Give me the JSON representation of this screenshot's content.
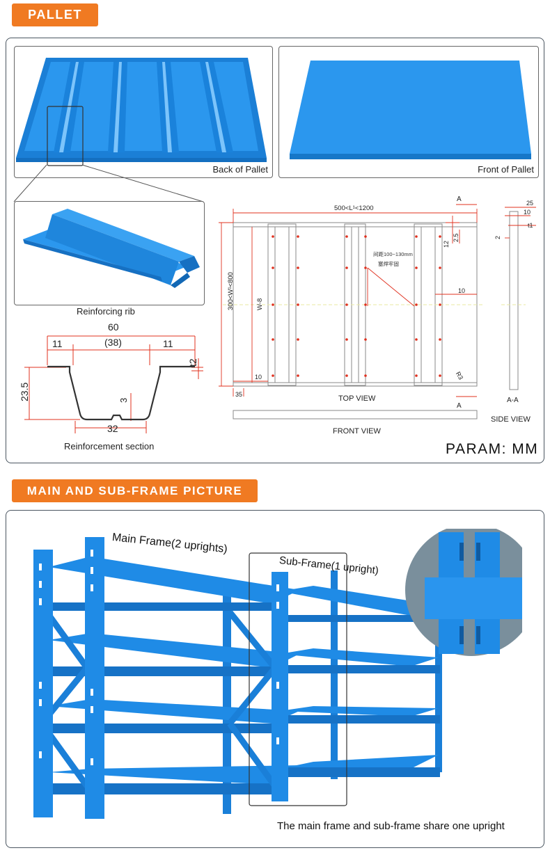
{
  "section1": {
    "tag": "PALLET",
    "back_caption": "Back of Pallet",
    "front_caption": "Front of Pallet",
    "rib_caption": "Reinforcing rib",
    "section_caption": "Reinforcement section",
    "param": "PARAM: MM",
    "section_dims": {
      "width": "60",
      "inner": "(38)",
      "left_lip": "11",
      "right_lip": "11",
      "thickness": "t2",
      "height": "23.5",
      "step": "3",
      "bottom": "32"
    },
    "drawing": {
      "length_label": "500<L¹<1200",
      "width_label": "300<W¹<800",
      "w8": "W-8",
      "note_spacing": "间距100~130mm",
      "note_weld": "塞焊牢固",
      "top_view": "TOP VIEW",
      "front_view": "FRONT VIEW",
      "side_view": "SIDE VIEW",
      "section_mark": "A",
      "section_label": "A-A",
      "dim_12": "12",
      "dim_25": "2.5",
      "dim_10_right": "10",
      "dim_10_left": "10",
      "dim_35": "35",
      "dim_r3": "R3",
      "side_25": "25",
      "side_10": "10",
      "side_t1": "t1",
      "side_2": "2"
    }
  },
  "section2": {
    "tag": "MAIN AND SUB-FRAME PICTURE",
    "main_frame_label": "Main Frame(2 uprights)",
    "sub_frame_label": "Sub-Frame(1 upright)",
    "note": "The main frame and sub-frame share one upright"
  },
  "colors": {
    "accent": "#f07a22",
    "steel_blue": "#1f8be6",
    "dim_red": "#e0301e"
  }
}
